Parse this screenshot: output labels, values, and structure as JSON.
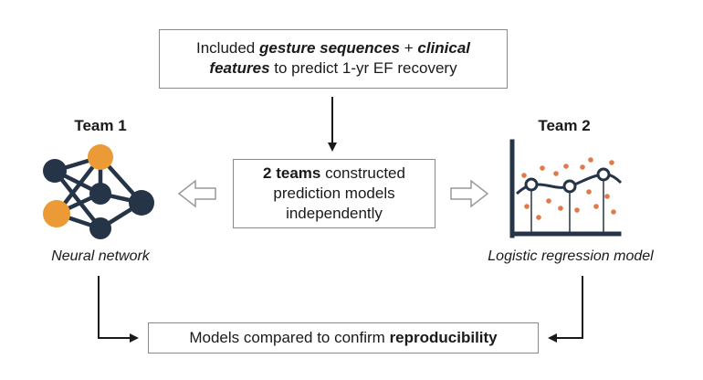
{
  "top_box": {
    "text_1": "Included ",
    "bold_1": "gesture sequences",
    "text_2": " + ",
    "bold_2": "clinical",
    "bold_3": "features",
    "text_3": " to predict 1-yr EF recovery"
  },
  "middle_box": {
    "bold": "2 teams",
    "text_1": " constructed",
    "line_2": "prediction models",
    "line_3": "independently"
  },
  "bottom_box": {
    "text": "Models compared to confirm ",
    "bold": "reproducibility"
  },
  "team1": {
    "title": "Team 1",
    "caption": "Neural network",
    "icon": "neural-network-icon"
  },
  "team2": {
    "title": "Team 2",
    "caption": "Logistic regression model",
    "icon": "regression-chart-icon"
  },
  "colors": {
    "navy": "#253446",
    "orange": "#ec9a36",
    "scatter": "#e07a4a",
    "border": "#8a8a8a",
    "arrow": "#1a1a1a",
    "hollow_arrow": "#9a9a9a"
  }
}
